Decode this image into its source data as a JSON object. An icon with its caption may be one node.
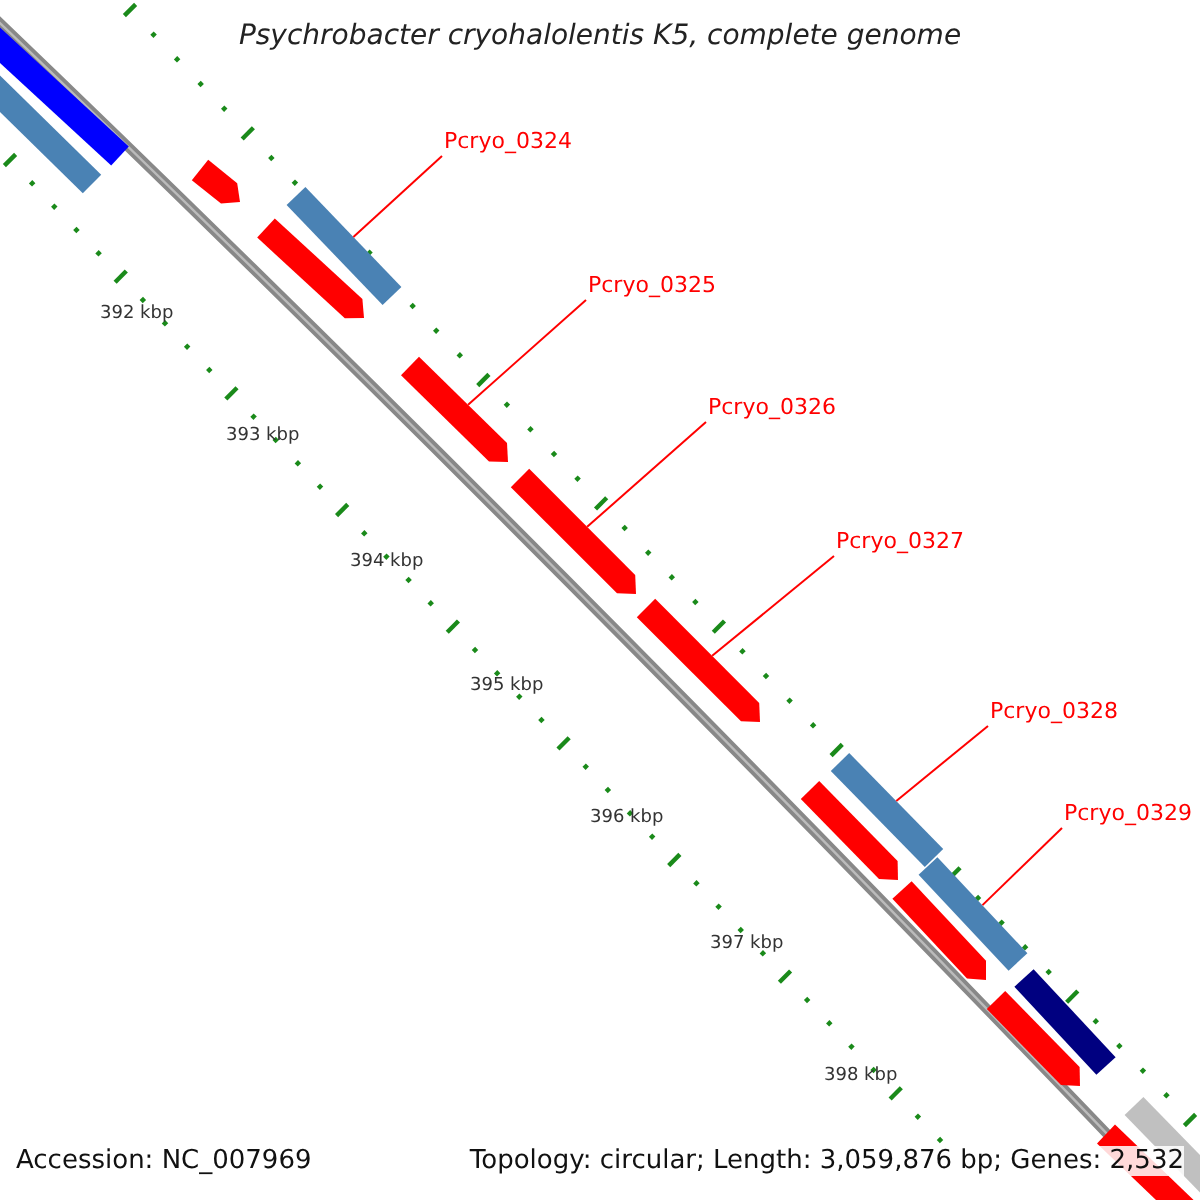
{
  "diagram": {
    "title": "Psychrobacter cryohalolentis K5, complete genome",
    "nodes": [
      {
        "text": [
          "Pcryo_0324"
        ]
      },
      {
        "text": [
          "Pcryo_0325"
        ]
      },
      {
        "text": [
          "Pcryo_0326"
        ]
      },
      {
        "text": [
          "Pcryo_0327"
        ]
      },
      {
        "text": [
          "Pcryo_0328"
        ]
      },
      {
        "text": [
          "Pcryo_0329"
        ]
      },
      {
        "text": [],
        "shape": "bar"
      },
      {
        "text": [],
        "shape": "bar"
      },
      {
        "text": [],
        "shape": "bar"
      },
      {
        "text": [],
        "shape": "bar"
      },
      {
        "text": [],
        "shape": "bar"
      },
      {
        "text": [],
        "shape": "bar"
      },
      {
        "text": [],
        "shape": "bar"
      },
      {
        "text": [],
        "shape": "bar"
      },
      {
        "text": [],
        "shape": "bar"
      },
      {
        "text": [],
        "shape": "bar"
      },
      {
        "text": [],
        "shape": "bar"
      },
      {
        "text": [],
        "shape": "bar"
      },
      {
        "text": [],
        "shape": "bar"
      },
      {
        "text": [],
        "shape": "bar"
      },
      {
        "text": [],
        "shape": "bar"
      },
      {
        "text": [],
        "shape": "bar"
      }
    ],
    "edges": [
      {
        "from": 0,
        "to": 9,
        "arrow": "none"
      },
      {
        "from": 1,
        "to": 11,
        "arrow": "none"
      },
      {
        "from": 2,
        "to": 12,
        "arrow": "none"
      },
      {
        "from": 3,
        "to": 13,
        "arrow": "none"
      },
      {
        "from": 4,
        "to": 14,
        "arrow": "none"
      },
      {
        "from": 5,
        "to": 16,
        "arrow": "none"
      }
    ],
    "labels": [
      "392 kbp",
      "393 kbp",
      "394 kbp",
      "395 kbp",
      "396 kbp",
      "397 kbp",
      "398 kbp",
      "Accession: NC_007969",
      "Topology: circular; Length: 3,059,876 bp; Genes: 2,532"
    ]
  }
}
